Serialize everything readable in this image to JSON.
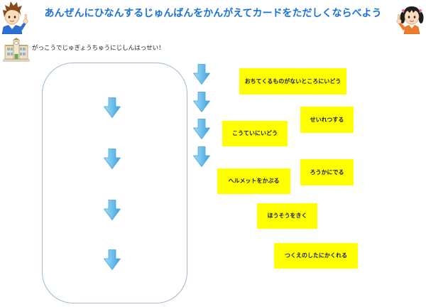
{
  "header": {
    "title": "あんぜんにひなんするじゅんばんをかんがえてカードをただしくならべよう",
    "left_character_icon": "boy-mascot-icon",
    "right_character_icon": "girl-mascot-icon"
  },
  "scenario": {
    "icon": "school-building-icon",
    "text": "がっこうでじゅぎょうちゅうにじしんはっせい！"
  },
  "answer_area": {
    "arrow_icon": "arrow-down-icon"
  },
  "card_tray": {
    "arrow_icon": "arrow-down-icon"
  },
  "cards": [
    {
      "label": "おちてくるものがないところにいどう"
    },
    {
      "label": "せいれつする"
    },
    {
      "label": "こうていにいどう"
    },
    {
      "label": "ろうかにでる"
    },
    {
      "label": "ヘルメットをかぶる"
    },
    {
      "label": "ほうそうをきく"
    },
    {
      "label": "つくえのしたにかくれる"
    }
  ],
  "colors": {
    "title": "#1a72dc",
    "card": "#ffff00",
    "box_border": "#9db8cf",
    "arrow": "#5cb6e8"
  }
}
